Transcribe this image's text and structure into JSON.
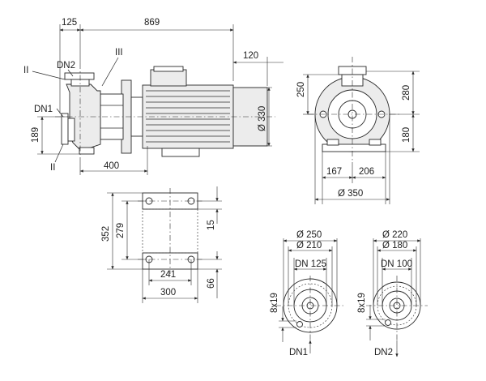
{
  "side_view": {
    "top_left_dim": "125",
    "top_right_dim": "869",
    "motor_overhang_dim": "120",
    "inlet_height_dim": "189",
    "base_dim": "400",
    "motor_diameter_dim": "Ø 330",
    "label_dn2": "DN2",
    "label_dn1": "DN1",
    "label_ii_top": "II",
    "label_ii_bottom": "II",
    "label_iii": "III"
  },
  "end_view": {
    "height_total_dim": "250",
    "upper_dim": "280",
    "lower_dim": "180",
    "left_width_dim": "167",
    "right_width_dim": "206",
    "overall_width_dim": "Ø 350"
  },
  "base_plan": {
    "outer_height_dim": "352",
    "inner_height_dim": "279",
    "slot_dim": "15",
    "slot_lower_dim": "66",
    "inner_width_dim": "241",
    "outer_width_dim": "300"
  },
  "flange_dn1": {
    "outer_dim": "Ø 250",
    "pitch_dim": "Ø 210",
    "bore_dim": "DN 125",
    "holes_dim": "8x19",
    "label": "DN1"
  },
  "flange_dn2": {
    "outer_dim": "Ø 220",
    "pitch_dim": "Ø 180",
    "bore_dim": "DN 100",
    "holes_dim": "8x19",
    "label": "DN2"
  }
}
